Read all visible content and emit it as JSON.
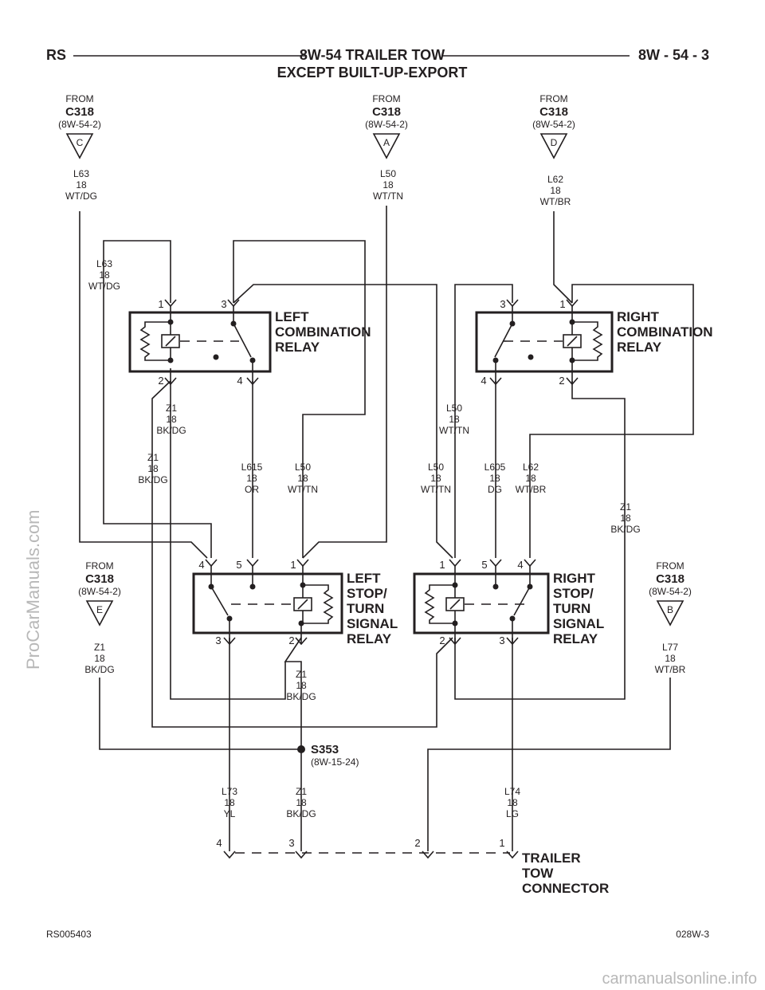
{
  "header": {
    "left": "RS",
    "title_line1": "8W-54 TRAILER TOW",
    "title_line2": "EXCEPT BUILT-UP-EXPORT",
    "right": "8W - 54 - 3"
  },
  "footer": {
    "left": "RS005403",
    "right": "028W-3"
  },
  "watermarks": {
    "side": "ProCarManuals.com",
    "bottom": "carmanualsonline.info"
  },
  "sources": [
    {
      "from": "FROM",
      "connector": "C318",
      "ref": "(8W-54-2)",
      "cavity": "C"
    },
    {
      "from": "FROM",
      "connector": "C318",
      "ref": "(8W-54-2)",
      "cavity": "A"
    },
    {
      "from": "FROM",
      "connector": "C318",
      "ref": "(8W-54-2)",
      "cavity": "D"
    },
    {
      "from": "FROM",
      "connector": "C318",
      "ref": "(8W-54-2)",
      "cavity": "E"
    },
    {
      "from": "FROM",
      "connector": "C318",
      "ref": "(8W-54-2)",
      "cavity": "B"
    }
  ],
  "wires": [
    {
      "circuit": "L63",
      "gauge": "18",
      "color": "WT/DG"
    },
    {
      "circuit": "L50",
      "gauge": "18",
      "color": "WT/TN"
    },
    {
      "circuit": "L62",
      "gauge": "18",
      "color": "WT/BR"
    },
    {
      "circuit": "L63",
      "gauge": "18",
      "color": "WT/DG"
    },
    {
      "circuit": "Z1",
      "gauge": "18",
      "color": "BK/DG"
    },
    {
      "circuit": "Z1",
      "gauge": "18",
      "color": "BK/DG"
    },
    {
      "circuit": "L615",
      "gauge": "18",
      "color": "OR"
    },
    {
      "circuit": "L50",
      "gauge": "18",
      "color": "WT/TN"
    },
    {
      "circuit": "L50",
      "gauge": "18",
      "color": "WT/TN"
    },
    {
      "circuit": "L50",
      "gauge": "18",
      "color": "WT/TN"
    },
    {
      "circuit": "L605",
      "gauge": "18",
      "color": "DG"
    },
    {
      "circuit": "L62",
      "gauge": "18",
      "color": "WT/BR"
    },
    {
      "circuit": "Z1",
      "gauge": "18",
      "color": "BK/DG"
    },
    {
      "circuit": "Z1",
      "gauge": "18",
      "color": "BK/DG"
    },
    {
      "circuit": "Z1",
      "gauge": "18",
      "color": "BK/DG"
    },
    {
      "circuit": "L77",
      "gauge": "18",
      "color": "WT/BR"
    },
    {
      "circuit": "L73",
      "gauge": "18",
      "color": "YL"
    },
    {
      "circuit": "Z1",
      "gauge": "18",
      "color": "BK/DG"
    },
    {
      "circuit": "L74",
      "gauge": "18",
      "color": "LG"
    }
  ],
  "components": {
    "left_combination_relay": [
      "LEFT",
      "COMBINATION",
      "RELAY"
    ],
    "right_combination_relay": [
      "RIGHT",
      "COMBINATION",
      "RELAY"
    ],
    "left_stop_turn_relay": [
      "LEFT",
      "STOP/",
      "TURN",
      "SIGNAL",
      "RELAY"
    ],
    "right_stop_turn_relay": [
      "RIGHT",
      "STOP/",
      "TURN",
      "SIGNAL",
      "RELAY"
    ],
    "trailer_tow_connector": [
      "TRAILER",
      "TOW",
      "CONNECTOR"
    ]
  },
  "splice": {
    "id": "S353",
    "ref": "(8W-15-24)"
  },
  "pins": {
    "lcr": [
      "1",
      "3",
      "2",
      "4"
    ],
    "rcr": [
      "3",
      "1",
      "4",
      "2"
    ],
    "lst": [
      "4",
      "5",
      "1",
      "3",
      "2"
    ],
    "rst": [
      "1",
      "5",
      "4",
      "2",
      "3"
    ],
    "ttc": [
      "4",
      "3",
      "2",
      "1"
    ]
  }
}
